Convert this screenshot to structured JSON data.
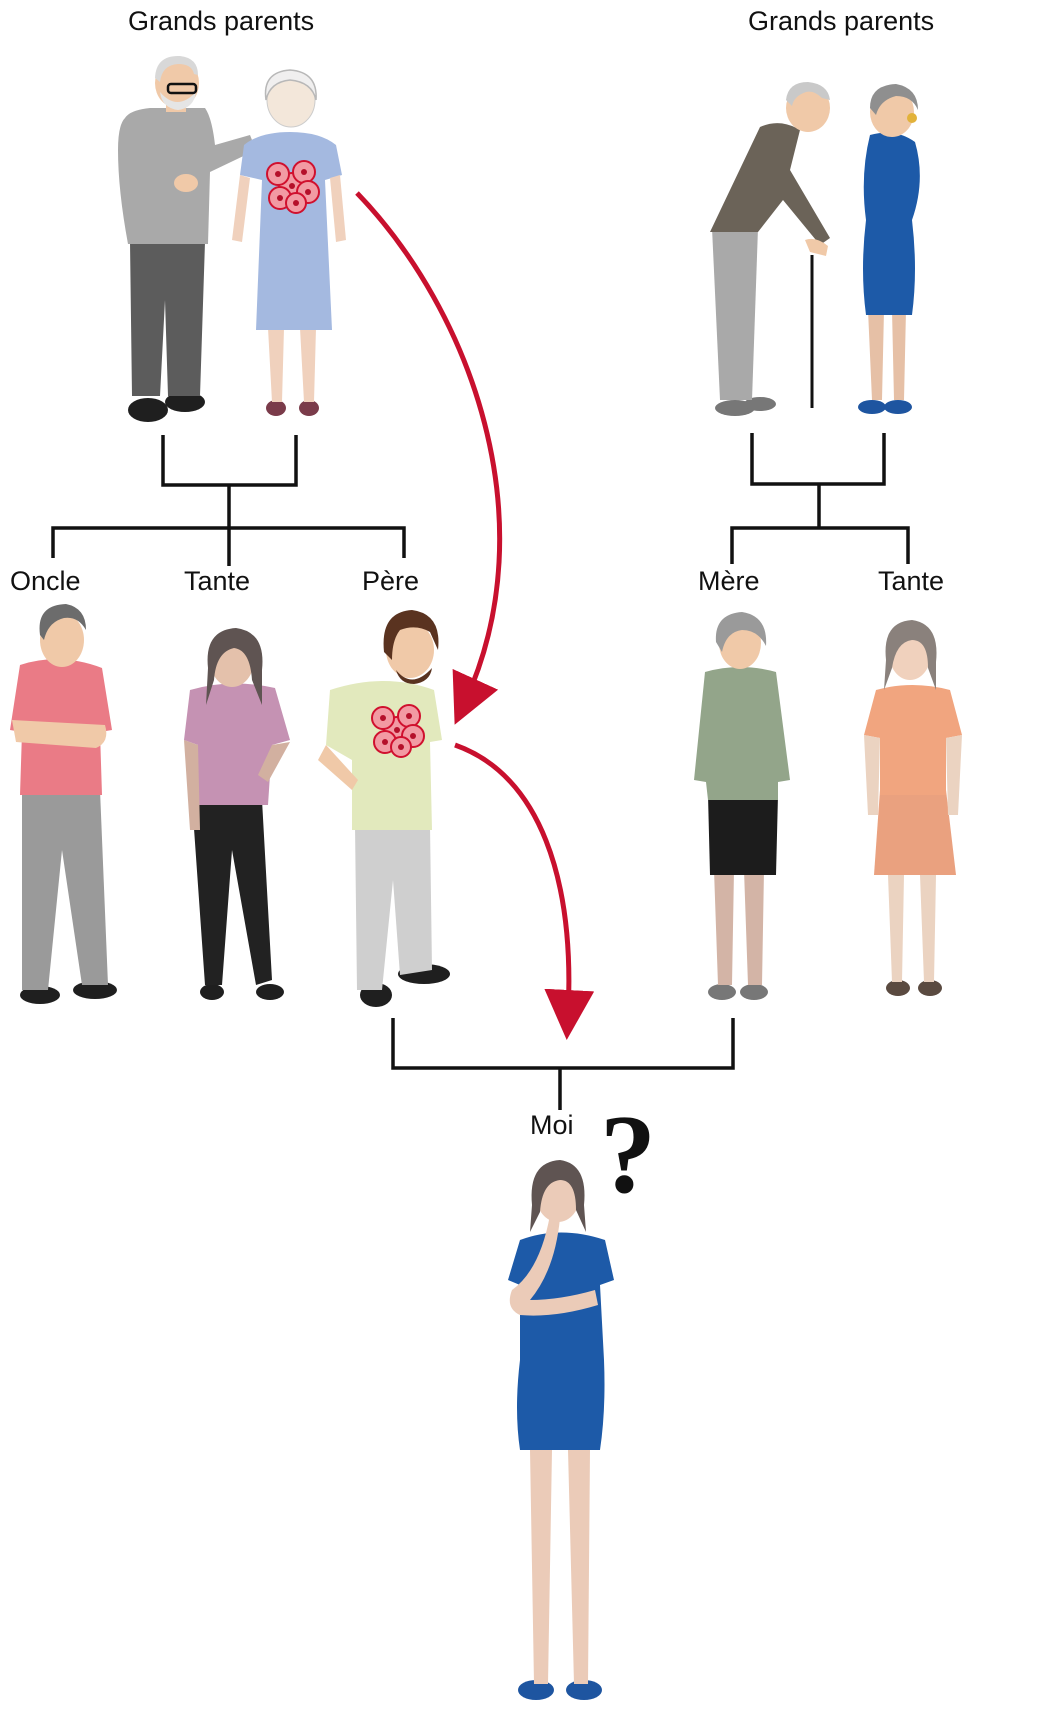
{
  "labels": {
    "paternal_grandparents": "Grands parents",
    "maternal_grandparents": "Grands parents",
    "uncle": "Oncle",
    "paternal_aunt": "Tante",
    "father": "Père",
    "mother": "Mère",
    "maternal_aunt": "Tante",
    "me": "Moi",
    "question_mark": "?"
  },
  "colors": {
    "tree_lines": "#111111",
    "inheritance_arrow": "#c8102e",
    "cell_cluster": "#e8435a"
  }
}
